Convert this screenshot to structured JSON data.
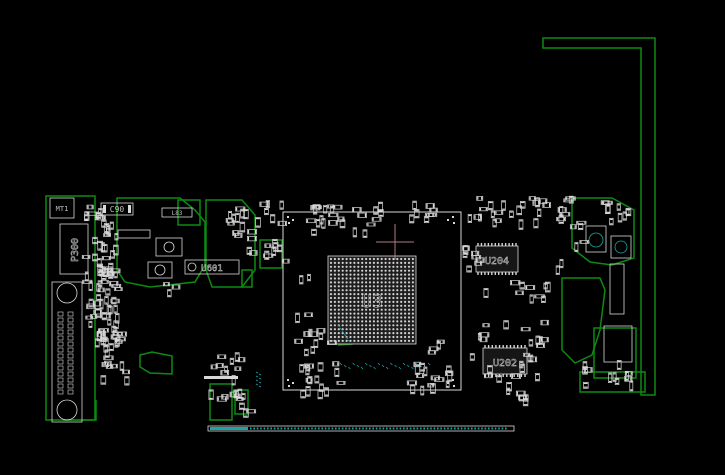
{
  "labels": {
    "mt1": "MT1",
    "p300": "P300",
    "c90": "C90",
    "u3": "U3",
    "u204": "U204",
    "u202": "U202",
    "u601": "U601",
    "l_left": "L83"
  },
  "colors": {
    "background": "#000000",
    "outline": "#0e8a12",
    "silkscreen": "#d8d8d8",
    "crosshair": "#b47a85",
    "teal": "#1aa6a6"
  }
}
